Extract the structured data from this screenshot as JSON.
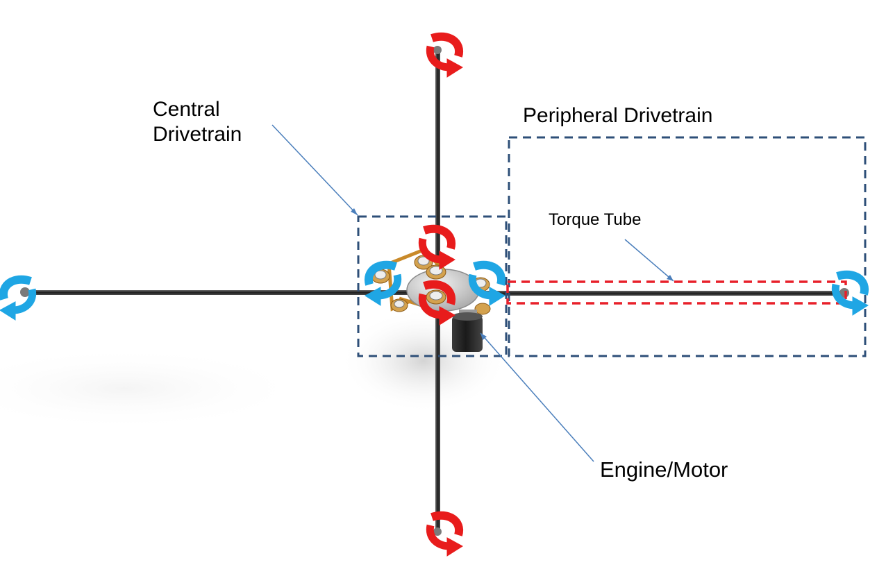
{
  "labels": {
    "central_line1": "Central",
    "central_line2": "Drivetrain",
    "peripheral": "Peripheral Drivetrain",
    "torque_tube": "Torque Tube",
    "engine_motor": "Engine/Motor"
  },
  "colors": {
    "box_outline": "#2e4f78",
    "torque_tube_outline": "#e8202a",
    "rotation_arrow_red": "#e81c1c",
    "rotation_arrow_blue": "#1fa6e4",
    "leader_line": "#4a7ebb",
    "shaft": "#2a2a2a",
    "belt": "#c98a2a",
    "motor": "#222222"
  },
  "icons": {
    "rotation_red": "curved-rotation-arrow-icon",
    "rotation_blue": "curved-rotation-arrow-icon"
  }
}
